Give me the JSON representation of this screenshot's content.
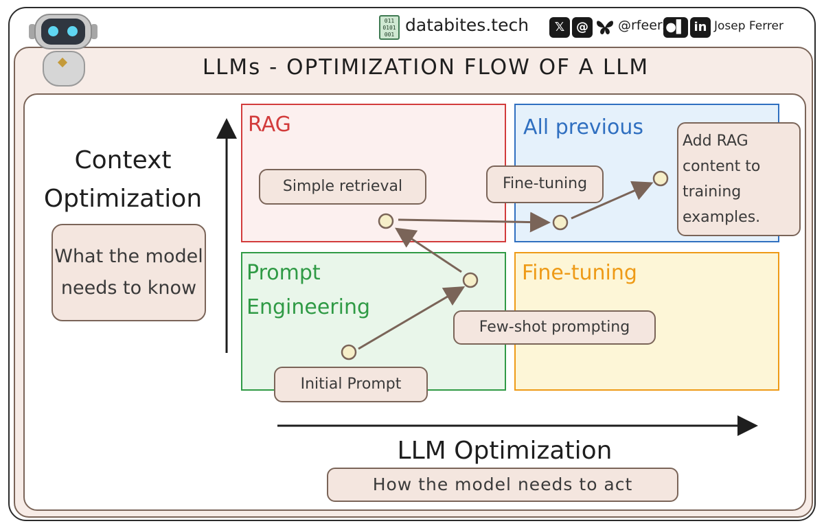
{
  "header": {
    "site_name": "databites.tech",
    "site_logo_text": "011 0101 001",
    "social_icons": [
      "x-icon",
      "threads-icon",
      "bluesky-icon",
      "medium-icon",
      "linkedin-icon"
    ],
    "handle": "@rfeers",
    "author": "Josep Ferrer"
  },
  "title": "LLMs - OPTIMIZATION FLOW OF A LLM",
  "quadrants": {
    "rag": "RAG",
    "all_previous": "All previous",
    "prompt_engineering": "Prompt Engineering",
    "fine_tuning": "Fine-tuning"
  },
  "steps": {
    "initial_prompt": "Initial Prompt",
    "few_shot": "Few-shot prompting",
    "simple_retrieval": "Simple retrieval",
    "fine_tuning": "Fine-tuning",
    "add_rag": "Add RAG content to training examples."
  },
  "axes": {
    "y_title": "Context Optimization",
    "y_subtitle": "What the model needs to know",
    "x_title": "LLM Optimization",
    "x_subtitle": "How the model needs to act"
  },
  "colors": {
    "rag": "#d23b3b",
    "all_previous": "#2f6fc0",
    "prompt_engineering": "#2f9a45",
    "fine_tuning": "#ee9a16",
    "flow_arrow": "#7a6458",
    "node_fill": "#f6efc9"
  }
}
